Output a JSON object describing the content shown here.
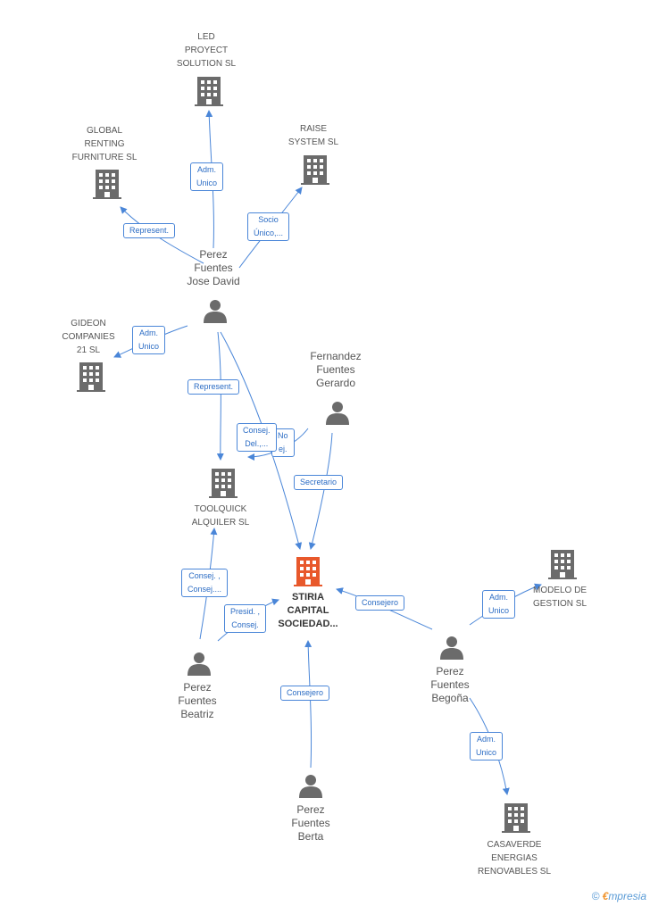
{
  "colors": {
    "edge": "#4a86d8",
    "node": "#6b6b6b",
    "focus": "#e8582b"
  },
  "nodes": {
    "led_proyect": {
      "label": "LED\nPROYECT\nSOLUTION SL",
      "icon": "building-icon"
    },
    "global_renting": {
      "label": "GLOBAL\nRENTING\nFURNITURE SL",
      "icon": "building-icon"
    },
    "raise_system": {
      "label": "RAISE\nSYSTEM  SL",
      "icon": "building-icon"
    },
    "gideon": {
      "label": "GIDEON\nCOMPANIES\n21 SL",
      "icon": "building-icon"
    },
    "toolquick": {
      "label": "TOOLQUICK\nALQUILER SL",
      "icon": "building-icon"
    },
    "stiria": {
      "label": "STIRIA\nCAPITAL\nSOCIEDAD...",
      "icon": "building-icon"
    },
    "modelo_gestion": {
      "label": "MODELO DE\nGESTION SL",
      "icon": "building-icon"
    },
    "casaverde": {
      "label": "CASAVERDE\nENERGIAS\nRENOVABLES SL",
      "icon": "building-icon"
    },
    "perez_jose_david": {
      "label": "Perez\nFuentes\nJose David",
      "icon": "person-icon"
    },
    "fernandez_gerardo": {
      "label": "Fernandez\nFuentes\nGerardo",
      "icon": "person-icon"
    },
    "perez_beatriz": {
      "label": "Perez\nFuentes\nBeatriz",
      "icon": "person-icon"
    },
    "perez_begona": {
      "label": "Perez\nFuentes\nBegoña",
      "icon": "person-icon"
    },
    "perez_berta": {
      "label": "Perez\nFuentes\nBerta",
      "icon": "person-icon"
    }
  },
  "edges": {
    "jd_led": "Adm.\nUnico",
    "jd_global": "Represent.",
    "jd_raise": "Socio\nÚnico,...",
    "jd_gideon": "Adm.\nUnico",
    "jd_toolquick": "Represent.",
    "jd_stiria": "Consej.\nDel.,...",
    "fg_toolquick": "No\nej.",
    "fg_stiria": "Secretario",
    "bea_toolquick": "Consej. ,\nConsej....",
    "bea_stiria": "Presid. ,\nConsej.",
    "berta_stiria": "Consejero",
    "beg_stiria": "Consejero",
    "beg_modelo": "Adm.\nUnico",
    "beg_casaverde": "Adm.\nUnico"
  },
  "footer": {
    "copyright": "©",
    "brand_initial": "€",
    "brand_rest": "mpresia"
  }
}
